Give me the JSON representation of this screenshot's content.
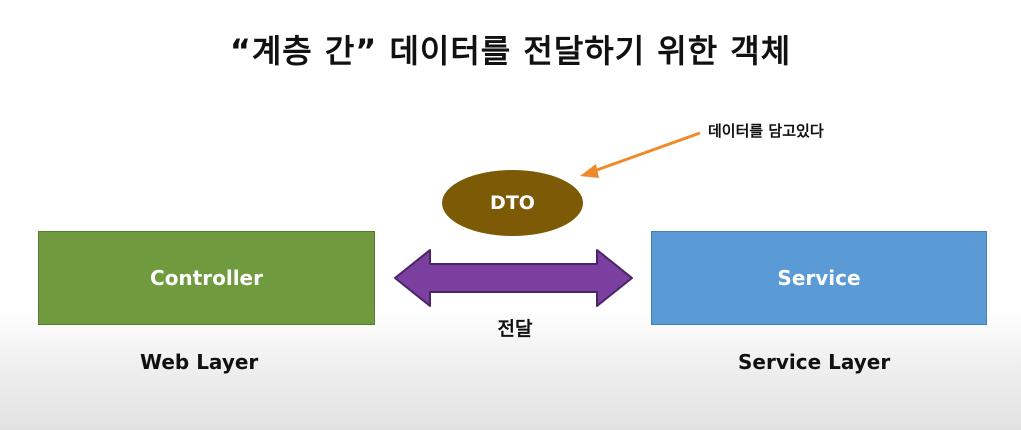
{
  "title": "“계층 간” 데이터를 전달하기 위한 객체",
  "nodes": {
    "controller": "Controller",
    "service": "Service",
    "dto": "DTO"
  },
  "labels": {
    "web_layer": "Web Layer",
    "service_layer": "Service Layer",
    "transfer": "전달",
    "dto_annotation": "데이터를 담고있다"
  },
  "colors": {
    "controller_fill": "#6f9b3e",
    "service_fill": "#5b9bd5",
    "dto_fill": "#7d5a05",
    "arrow_fill": "#7b3fa0",
    "annotation_arrow": "#ef8a2a"
  }
}
